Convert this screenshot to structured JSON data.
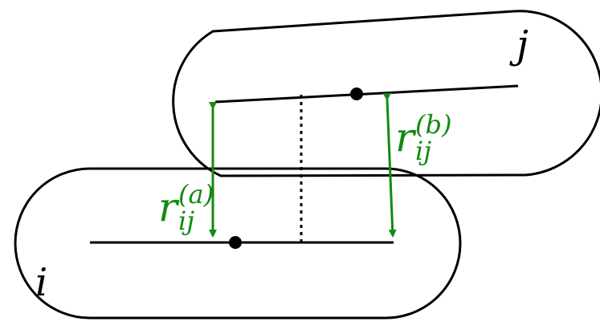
{
  "diagram": {
    "rods": [
      {
        "id": "i",
        "label": "i"
      },
      {
        "id": "j",
        "label": "j"
      }
    ],
    "distances": [
      {
        "id": "a",
        "base": "r",
        "subscript": "ij",
        "superscript": "(a)"
      },
      {
        "id": "b",
        "base": "r",
        "subscript": "ij",
        "superscript": "(b)"
      }
    ],
    "colors": {
      "outline": "#000000",
      "vector": "#138a13",
      "background": "#ffffff"
    }
  }
}
